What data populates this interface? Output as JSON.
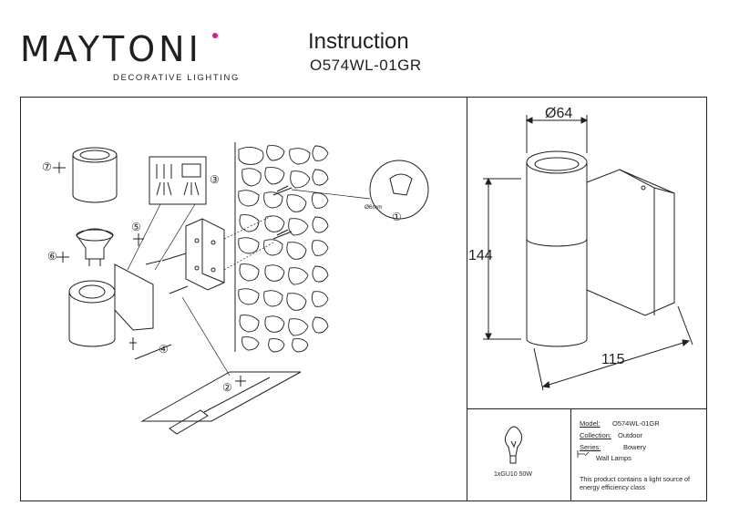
{
  "brand": {
    "name": "MAYTONI",
    "tagline": "DECORATIVE LIGHTING"
  },
  "document": {
    "title": "Instruction",
    "model_code": "O574WL-01GR"
  },
  "dimensions": {
    "diameter": "Ø64",
    "height": "144",
    "depth": "115",
    "drill": "Ø6mm"
  },
  "steps": [
    "①",
    "②",
    "③",
    "④",
    "⑤",
    "⑥",
    "⑦"
  ],
  "lamp": {
    "label": "1xGU10 50W"
  },
  "specs": {
    "model_label": "Model:",
    "model_value": "O574WL-01GR",
    "collection_label": "Collection:",
    "collection_value": "Outdoor",
    "series_label": "Series:",
    "series_value": "Bowery",
    "type_value": "Wall Lamps"
  },
  "energy_note": "This product contains a light source of energy efficiency class",
  "colors": {
    "line": "#231f20",
    "accent": "#e5197d"
  }
}
